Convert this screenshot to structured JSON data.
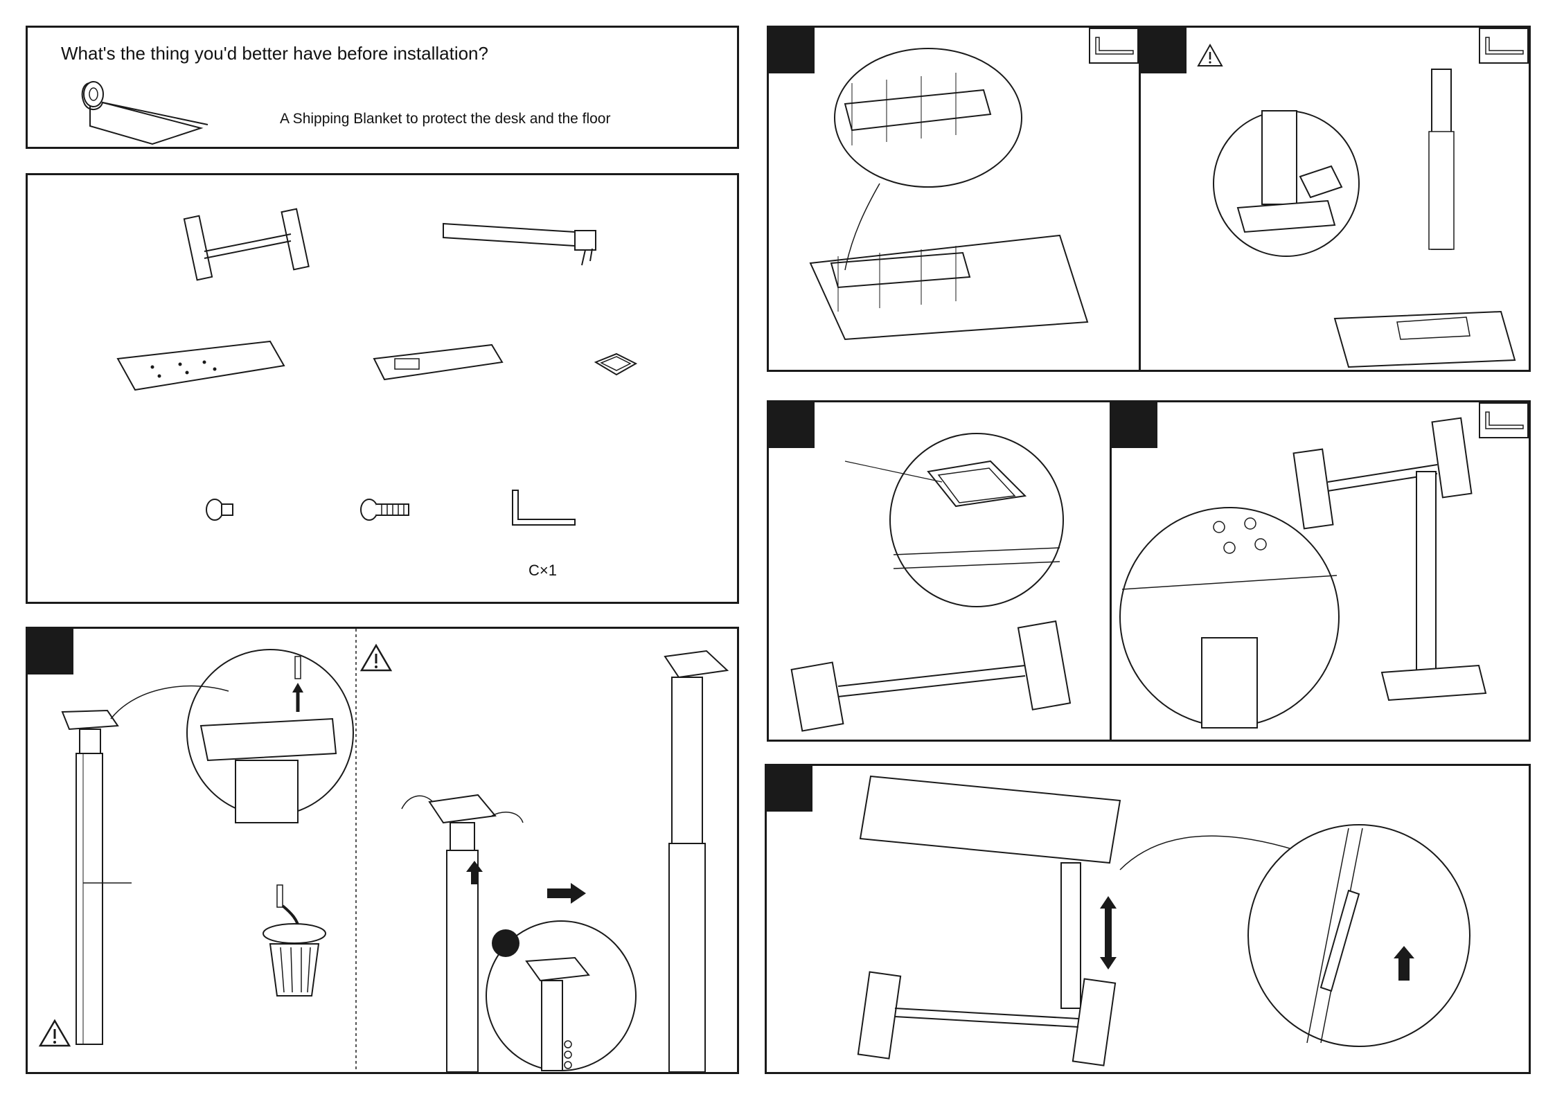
{
  "prep": {
    "question": "What's the thing you'd better have before installation?",
    "blanket_caption": "A Shipping Blanket to protect the desk and the floor"
  },
  "parts": {
    "hex_key_qty": "C×1"
  },
  "icons": {
    "warning": "warning-triangle-icon",
    "hex_key": "hex-key-icon",
    "arrow": "arrow-icon"
  },
  "colors": {
    "ink": "#1a1a1a",
    "paper": "#ffffff"
  }
}
